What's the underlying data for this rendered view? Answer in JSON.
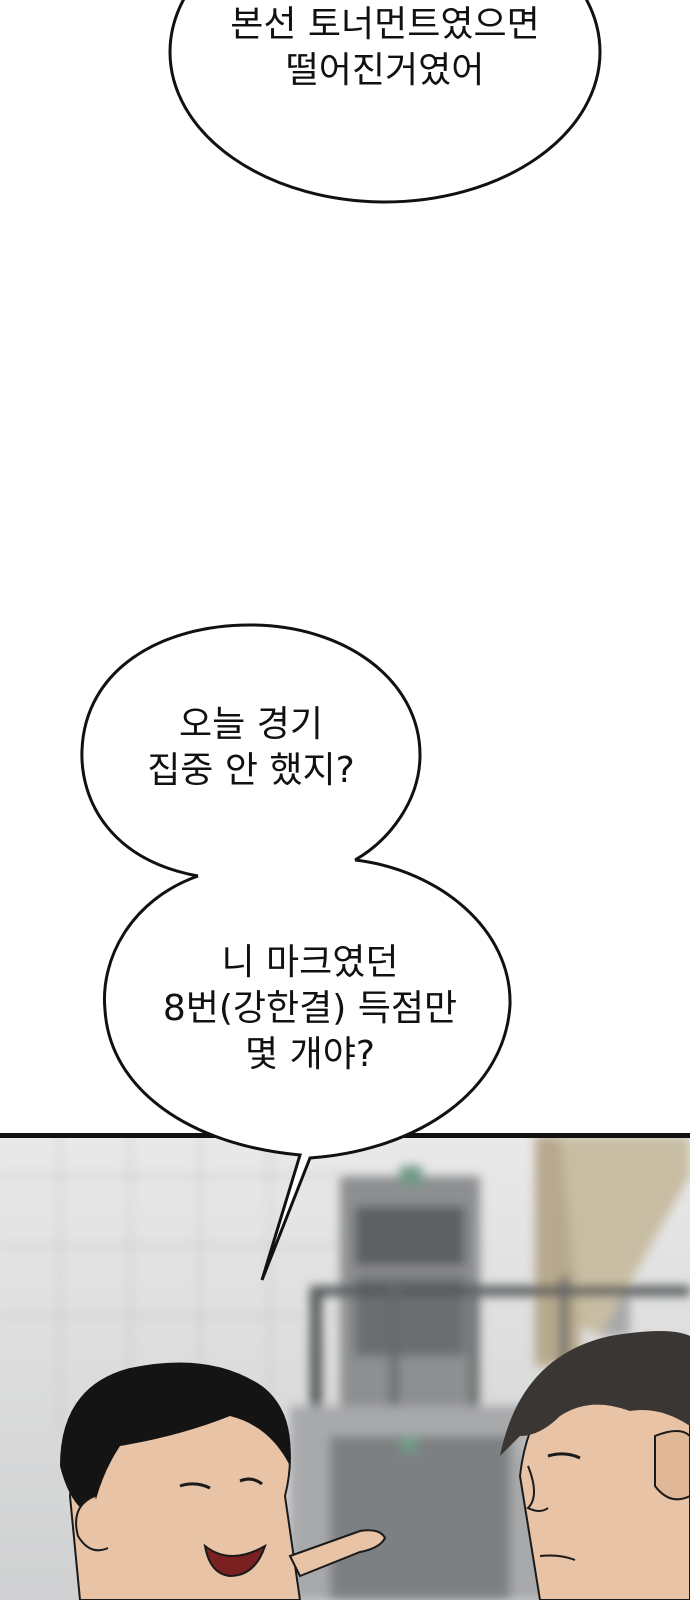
{
  "bubbles": [
    {
      "lines": [
        "본선 토너먼트였으면",
        "떨어진거였어"
      ]
    },
    {
      "lines": [
        "오늘 경기",
        "집중 안 했지?"
      ]
    },
    {
      "lines": [
        "니 마크였던",
        "8번(강한결) 득점만",
        "몇 개야?"
      ]
    }
  ],
  "colors": {
    "ink": "#111111",
    "paper": "#ffffff",
    "background_blur": "#d9dadb",
    "skin": "#e8c3a6"
  }
}
